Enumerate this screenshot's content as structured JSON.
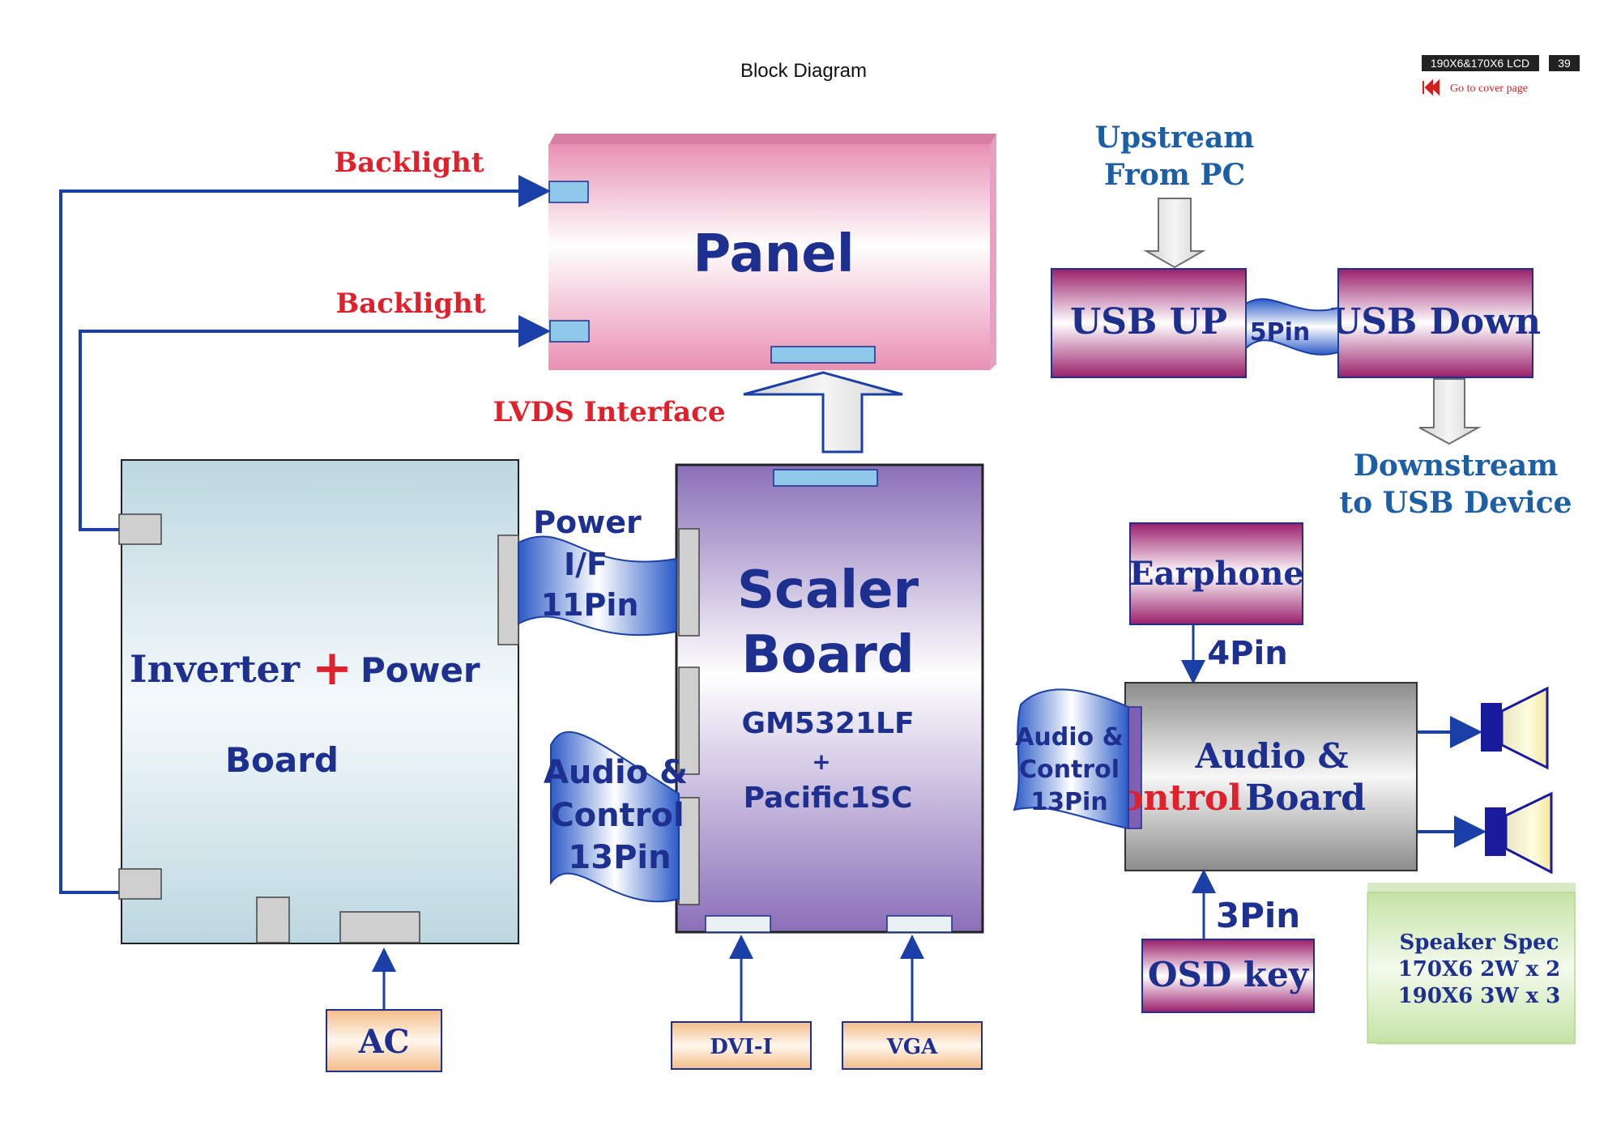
{
  "header": {
    "title": "Block  Diagram",
    "model": "190X6&170X6 LCD",
    "page": "39",
    "cover_link": "Go to cover page"
  },
  "labels": {
    "backlight_top": "Backlight",
    "backlight_bottom": "Backlight",
    "lvds_interface": "LVDS Interface",
    "upstream_line1": "Upstream",
    "upstream_line2": "From PC",
    "downstream_line1": "Downstream",
    "downstream_line2": "to USB Device"
  },
  "blocks": {
    "panel": "Panel",
    "usb_up": "USB UP",
    "usb_down": "USB Down",
    "usb_connector": "5Pin",
    "earphone": "Earphone",
    "earphone_pin": "4Pin",
    "osd_key": "OSD key",
    "osd_pin": "3Pin",
    "ac": "AC",
    "dvi": "DVI-I",
    "vga": "VGA",
    "inverter_word1": "Inverter",
    "inverter_plus": "+",
    "inverter_word2": "Power",
    "inverter_board": "Board",
    "scaler_line1": "Scaler",
    "scaler_line2": "Board",
    "scaler_chip1": "GM5321LF",
    "scaler_plus": "+",
    "scaler_chip2": "Pacific1SC",
    "audio_board_line1": "Audio &",
    "audio_board_control": "Control",
    "audio_board_board": "Board"
  },
  "cables": {
    "power_line1": "Power",
    "power_line2": "I/F",
    "power_line3": "11Pin",
    "audio_left_line1": "Audio &",
    "audio_left_line2": "Control",
    "audio_left_line3": "13Pin",
    "audio_right_line1": "Audio &",
    "audio_right_line2": "Control",
    "audio_right_line3": "13Pin"
  },
  "speaker_spec": {
    "title": "Speaker Spec",
    "line1": "170X6 2W x 2",
    "line2": "190X6  3W x 3"
  },
  "colors": {
    "navy": "#1d2f8f",
    "red": "#e0202a",
    "line_blue": "#1a3fa6",
    "panel_pink": "#e990b2",
    "scaler_purple": "#8a6fb9",
    "inverter_blue": "#c8dfe6",
    "magenta": "#9a1f6a",
    "connector_blue": "#8ec8ea"
  }
}
